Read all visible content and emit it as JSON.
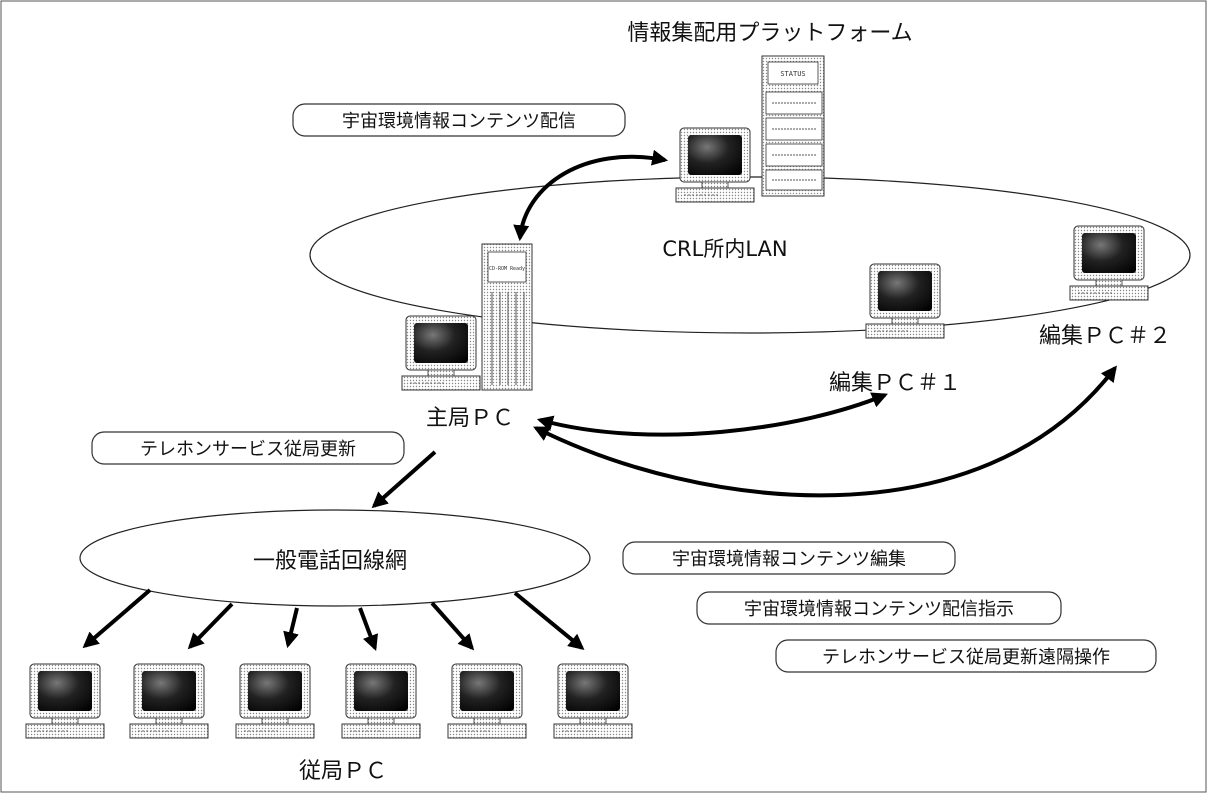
{
  "platform_label": "情報集配用プラットフォーム",
  "lan_label": "CRL所内LAN",
  "main_pc_label": "主局ＰＣ",
  "edit_pc1_label": "編集ＰＣ＃１",
  "edit_pc2_label": "編集ＰＣ＃２",
  "phone_network_label": "一般電話回線網",
  "slave_pc_label": "従局ＰＣ",
  "box_distribute": "宇宙環境情報コンテンツ配信",
  "box_telephone_update": "テレホンサービス従局更新",
  "box_edit": "宇宙環境情報コンテンツ編集",
  "box_distribute_instruct": "宇宙環境情報コンテンツ配信指示",
  "box_remote_op": "テレホンサービス従局更新遠隔操作",
  "server_panel_text": "STATUS",
  "tower_panel_text": "CD-ROM Ready"
}
